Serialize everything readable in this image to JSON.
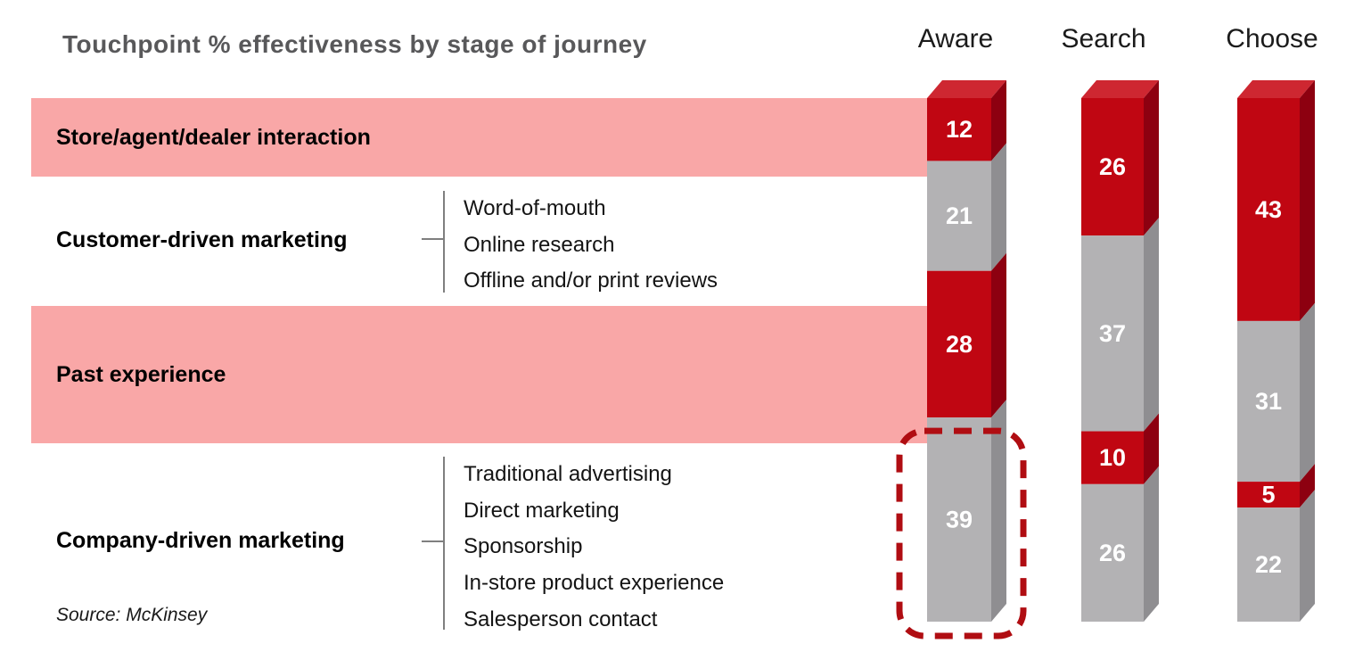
{
  "title": "Touchpoint % effectiveness by stage of journey",
  "source_note": "Source: McKinsey",
  "colors": {
    "red": "#C00612",
    "red_side": "#8D0010",
    "red_top": "#CE2731",
    "gray": "#B3B2B4",
    "gray_side": "#8F8E91",
    "gray_top": "#C4C3C5",
    "pink_band": "#F9A7A7",
    "highlight_outline": "#B00D12",
    "value_label": "#FFFFFF"
  },
  "categories": [
    {
      "label": "Store/agent/dealer interaction",
      "banded": true,
      "items": []
    },
    {
      "label": "Customer-driven marketing",
      "banded": false,
      "items": [
        "Word-of-mouth",
        "Online research",
        "Offline and/or print reviews"
      ]
    },
    {
      "label": "Past experience",
      "banded": true,
      "items": []
    },
    {
      "label": "Company-driven marketing",
      "banded": false,
      "items": [
        "Traditional advertising",
        "Direct marketing",
        "Sponsorship",
        "In-store product experience",
        "Salesperson contact"
      ]
    }
  ],
  "chart_data": {
    "type": "bar",
    "subtype": "3d-stacked-column",
    "title": "Touchpoint % effectiveness by stage of journey",
    "unit": "percent",
    "legend_position": "none",
    "columns": [
      {
        "label": "Aware",
        "segments": [
          {
            "value": 12,
            "color": "red"
          },
          {
            "value": 21,
            "color": "gray"
          },
          {
            "value": 28,
            "color": "red"
          },
          {
            "value": 39,
            "color": "gray",
            "highlighted": true
          }
        ]
      },
      {
        "label": "Search",
        "segments": [
          {
            "value": 26,
            "color": "red"
          },
          {
            "value": 37,
            "color": "gray"
          },
          {
            "value": 10,
            "color": "red"
          },
          {
            "value": 26,
            "color": "gray"
          }
        ]
      },
      {
        "label": "Choose",
        "segments": [
          {
            "value": 43,
            "color": "red"
          },
          {
            "value": 31,
            "color": "gray"
          },
          {
            "value": 5,
            "color": "red"
          },
          {
            "value": 22,
            "color": "gray"
          }
        ]
      }
    ]
  }
}
